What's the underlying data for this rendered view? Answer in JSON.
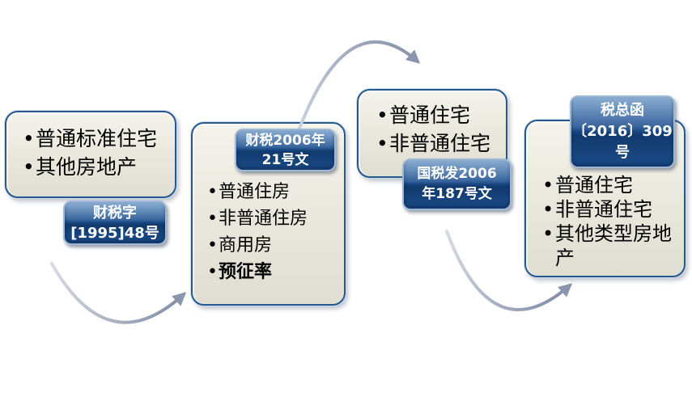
{
  "ui": {
    "bullet_char": "•"
  },
  "colors": {
    "card_fill": "#e9e7dc",
    "card_border": "#24598f",
    "label_top": "#3570ae",
    "label_bottom": "#123a6e",
    "label_border": "#9fb8d4",
    "label_text": "#ffffff",
    "body_text": "#000000",
    "arrow": "#8a94ab"
  },
  "cards": [
    {
      "id": "caishuizi-1995-48",
      "label_lines": [
        "财税字",
        "[1995]48号"
      ],
      "bullets": [
        {
          "text": "普通标准住宅",
          "bold": false
        },
        {
          "text": "其他房地产",
          "bold": false
        }
      ]
    },
    {
      "id": "caishui-2006-21",
      "label_lines": [
        "财税2006年",
        "21号文"
      ],
      "bullets": [
        {
          "text": "普通住房",
          "bold": false
        },
        {
          "text": "非普通住房",
          "bold": false
        },
        {
          "text": "商用房",
          "bold": false
        },
        {
          "text": "预征率",
          "bold": true
        }
      ]
    },
    {
      "id": "guoshuifa-2006-187",
      "label_lines": [
        "国税发2006",
        "年187号文"
      ],
      "bullets": [
        {
          "text": "普通住宅",
          "bold": false
        },
        {
          "text": "非普通住宅",
          "bold": false
        }
      ]
    },
    {
      "id": "shuizonghan-2016-309",
      "label_lines": [
        "税总函",
        "〔2016〕309",
        "号"
      ],
      "bullets": [
        {
          "text": "普通住宅",
          "bold": false
        },
        {
          "text": "非普通住宅",
          "bold": false
        },
        {
          "text": "其他类型房地产",
          "bold": false
        }
      ]
    }
  ]
}
